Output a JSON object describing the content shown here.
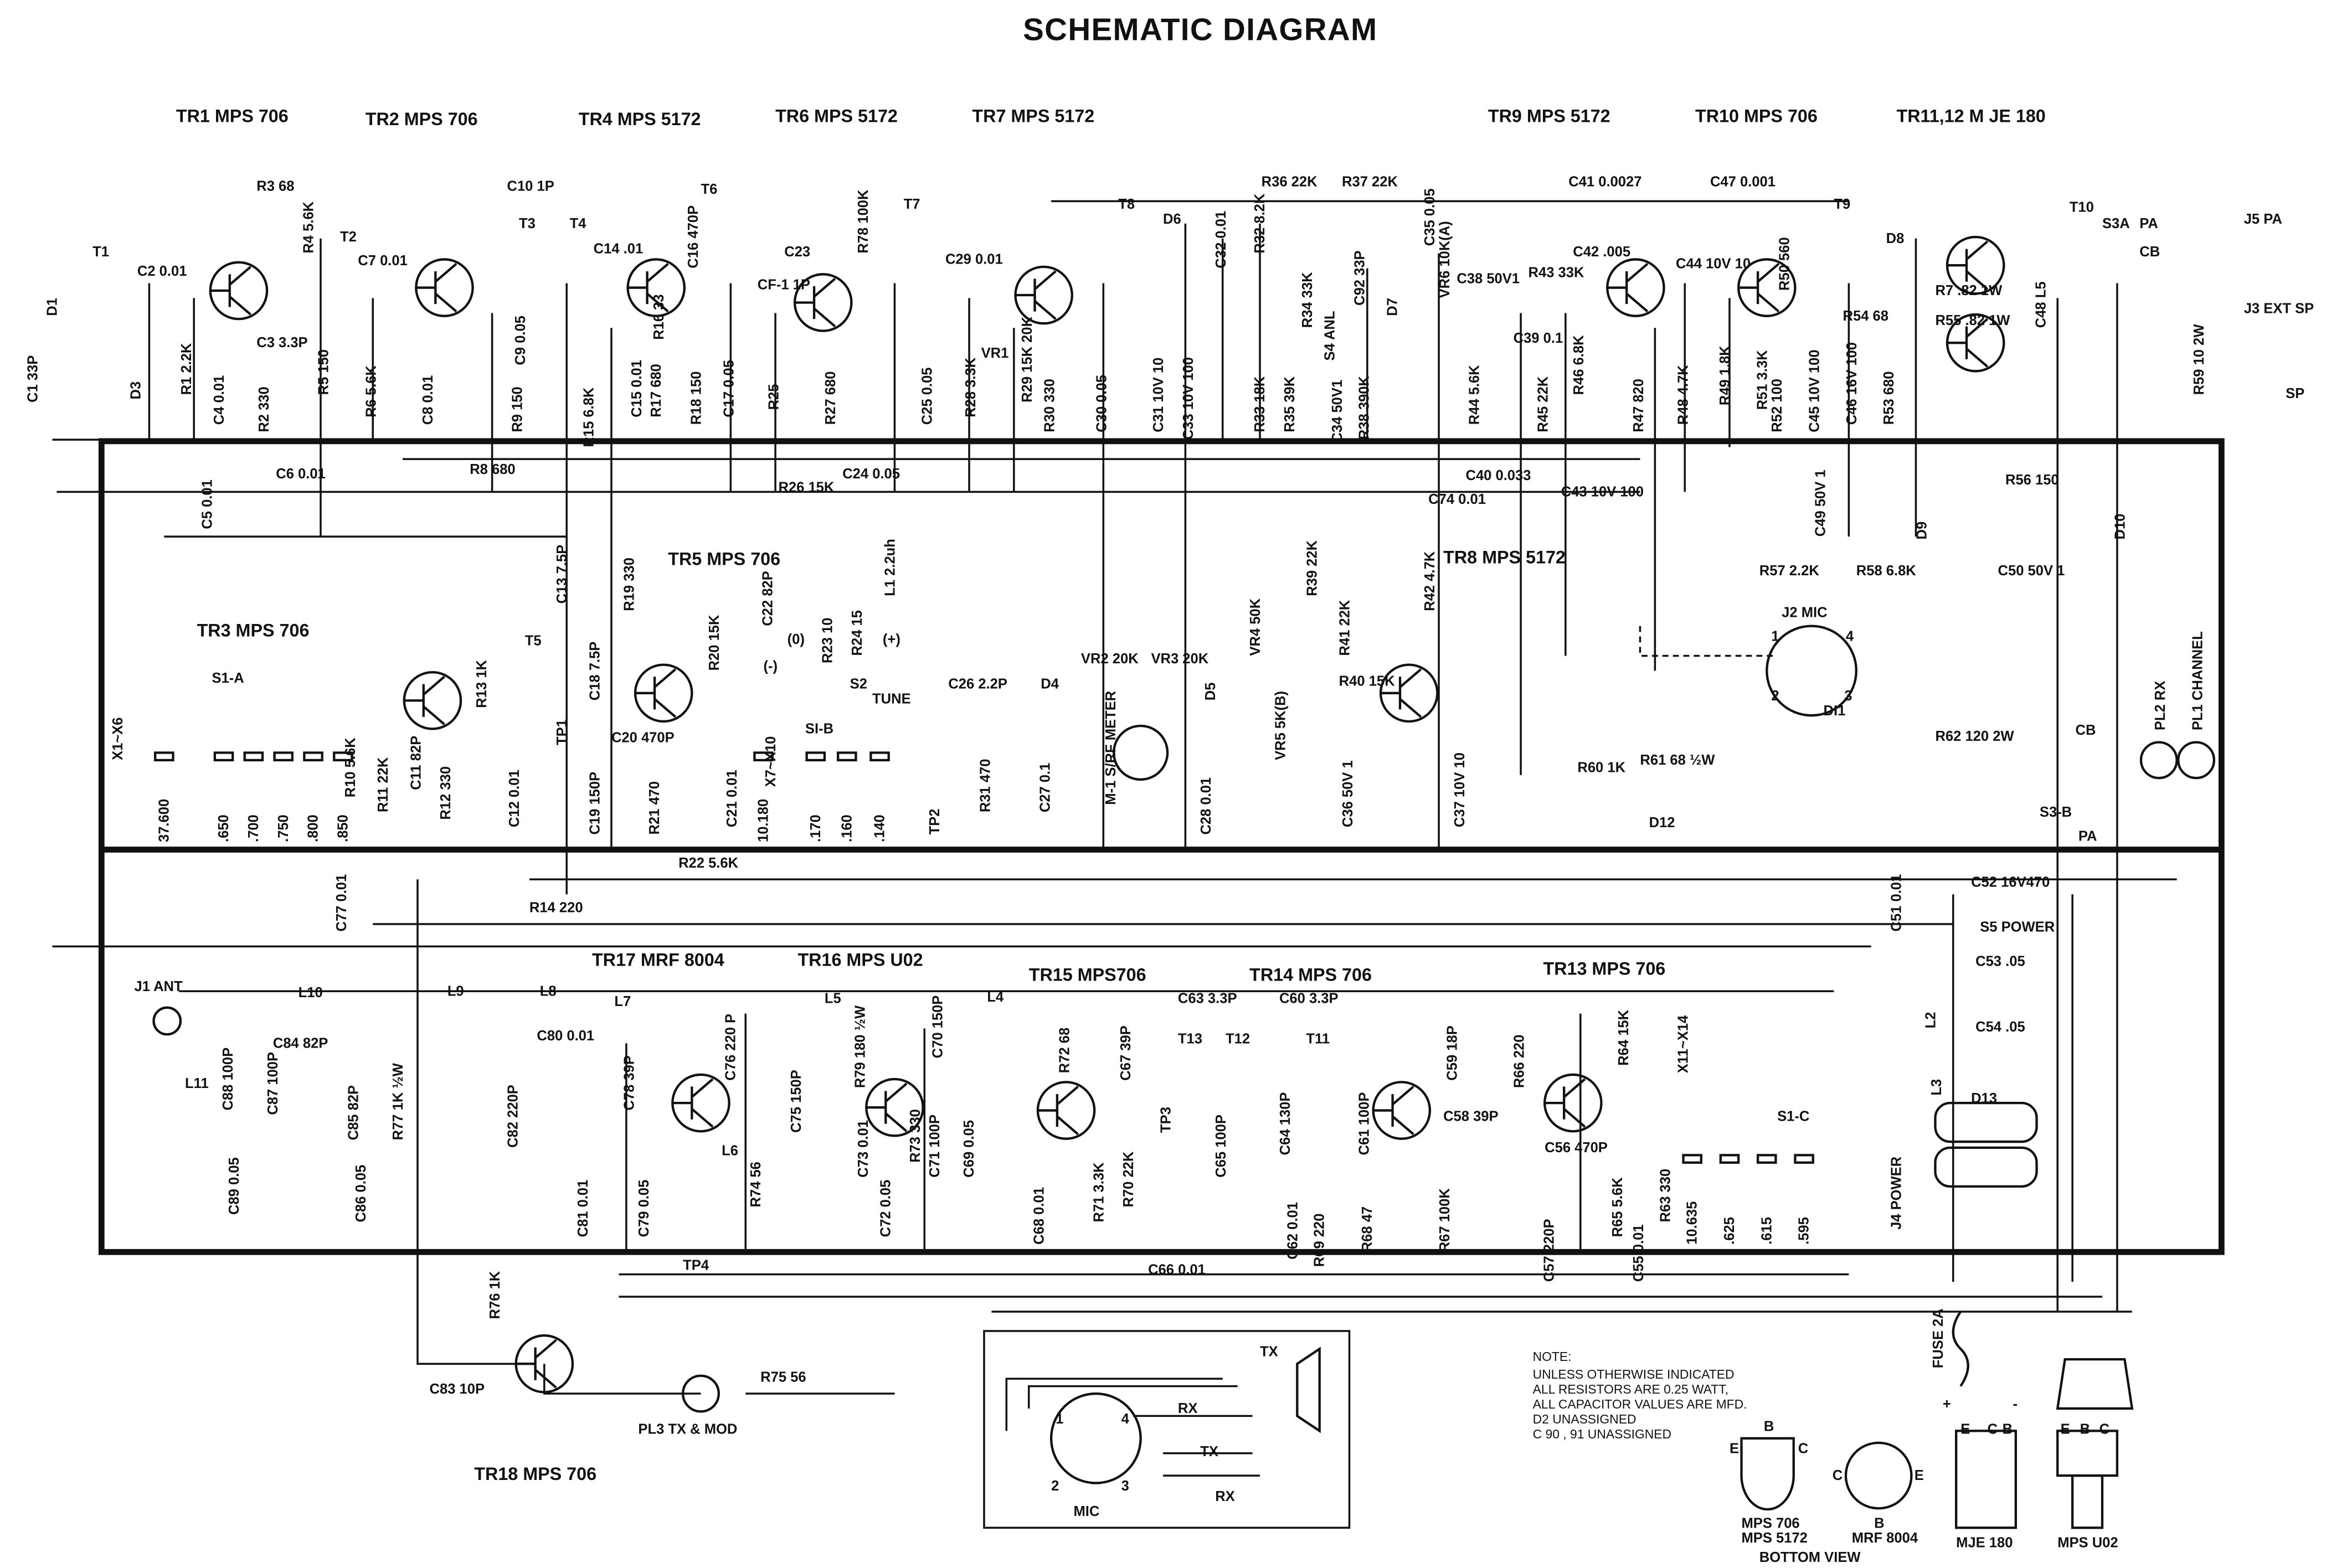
{
  "title": "SCHEMATIC DIAGRAM",
  "transistors": {
    "TR1": "TR1 MPS 706",
    "TR2": "TR2 MPS 706",
    "TR4": "TR4 MPS 5172",
    "TR6": "TR6 MPS 5172",
    "TR7": "TR7 MPS 5172",
    "TR9": "TR9 MPS 5172",
    "TR10": "TR10 MPS 706",
    "TR1112": "TR11,12 M JE 180",
    "TR3": "TR3 MPS 706",
    "TR5": "TR5 MPS 706",
    "TR8": "TR8 MPS 5172",
    "TR17": "TR17 MRF 8004",
    "TR16": "TR16 MPS U02",
    "TR15": "TR15 MPS706",
    "TR14": "TR14 MPS 706",
    "TR13": "TR13 MPS 706",
    "TR18": "TR18 MPS 706"
  },
  "components": {
    "C1": "C1 33P",
    "D1": "D1",
    "T1": "T1",
    "C2": "C2 0.01",
    "D3": "D3",
    "R1": "R1 2.2K",
    "C4": "C4 0.01",
    "C3": "C3 3.3P",
    "R2": "R2 330",
    "R3": "R3 68",
    "R4": "R4 5.6K",
    "T2": "T2",
    "R5": "R5 150",
    "C5": "C5 0.01",
    "C6": "C6 0.01",
    "C7": "C7 0.01",
    "R6": "R6 5.6K",
    "C8": "C8 0.01",
    "R8": "R8 680",
    "C10": "C10 1P",
    "T3": "T3",
    "T4": "T4",
    "C9": "C9 0.05",
    "R9": "R9 150",
    "C14": "C14 .01",
    "R15": "R15 6.8K",
    "T6": "T6",
    "C16": "C16 470P",
    "R16": "R16 33",
    "C15": "C15 0.01",
    "R17": "R17 680",
    "R18": "R18 150",
    "C17": "C17 0.05",
    "C23": "C23",
    "CF1": "CF-1 1P",
    "T7": "T7",
    "R78": "R78 100K",
    "R25": "R25",
    "R27": "R27 680",
    "R26": "R26 15K",
    "C24": "C24 0.05",
    "C25": "C25 0.05",
    "C29": "C29 0.01",
    "T8": "T8",
    "R28": "R28 3.3K",
    "VR1": "VR1",
    "R29": "R29 15K 20K",
    "R30": "R30 330",
    "C30": "C30 0.05",
    "C31": "C31 10V 10",
    "C33": "C33 10V 100",
    "D6": "D6",
    "C32": "C32 0.01",
    "R36": "R36 22K",
    "R37": "R37 22K",
    "C35": "C35 0.05",
    "VR6": "VR6 10K(A)",
    "R32": "R32 8.2K",
    "R34": "R34 33K",
    "S4": "S4 ANL",
    "C92": "C92 33P",
    "D7": "D7",
    "C38": "C38 50V1",
    "R43": "R43 33K",
    "C39": "C39 0.1",
    "R33": "R33 18K",
    "R35": "R35 39K",
    "C34": "C34 50V1",
    "R38": "R38 390K",
    "R44": "R44 5.6K",
    "R45": "R45 22K",
    "C40": "C40 0.033",
    "C74": "C74 0.01",
    "C41": "C41 0.0027",
    "C42": "C42 .005",
    "C44": "C44 10V 10",
    "C47": "C47 0.001",
    "T9": "T9",
    "R46": "R46 6.8K",
    "R47": "R47 820",
    "R48": "R48 4.7K",
    "R49": "R49 1.8K",
    "R50": "R50 560",
    "R51": "R51 3.3K",
    "R52": "R52 100",
    "C45": "C45 10V 100",
    "C46": "C46 16V 100",
    "R53": "R53 680",
    "C43": "C43 10V 100",
    "D8": "D8",
    "R54": "R54 68",
    "R7": "R7 .82 1W",
    "R55": "R55 .82 1W",
    "T10": "T10",
    "C48": "C48 L5",
    "S3A": "S3A",
    "PA1": "PA",
    "CB1": "CB",
    "J5": "J5 PA",
    "J3": "J3 EXT SP",
    "R59": "R59 10 2W",
    "SP": "SP",
    "R56": "R56 150",
    "D10": "D10",
    "D9": "D9",
    "C49": "C49 50V 1",
    "R57": "R57 2.2K",
    "R58": "R58 6.8K",
    "C50": "C50 50V 1",
    "C13": "C13 7.5P",
    "T5": "T5",
    "TP1": "TP1",
    "R13": "R13 1K",
    "S1A": "S1-A",
    "X1": "X1~X6",
    "R10": "R10 5.6K",
    "R11": "R11 22K",
    "C11": "C11 82P",
    "R12": "R12 330",
    "C12": "C12 0.01",
    "C18": "C18 7.5P",
    "R19": "R19 330",
    "R20": "R20 15K",
    "C20": "C20 470P",
    "C19": "C19 150P",
    "R21": "R21 470",
    "C21": "C21 0.01",
    "C22": "C22 82P",
    "R23": "R23 10",
    "R24": "R24 15",
    "L1": "L1 2.2uh",
    "S2": "S2",
    "S2M": "(-)",
    "S2Z": "(0)",
    "S2P": "(+)",
    "TUNE": "TUNE",
    "S1B": "SI-B",
    "X7": "X7~X10",
    "TP2": "TP2",
    "C26": "C26 2.2P",
    "D4": "D4",
    "VR2": "VR2 20K",
    "VR3": "VR3 20K",
    "D5": "D5",
    "R31": "R31 470",
    "C27": "C27 0.1",
    "M1": "M-1 S/RF METER",
    "C28": "C28 0.01",
    "VR4": "VR4 50K",
    "R39": "R39 22K",
    "VR5": "VR5 5K(B)",
    "R41": "R41 22K",
    "R40": "R40 15K",
    "R42": "R42 4.7K",
    "C36": "C36 50V 1",
    "C37": "C37 10V 10",
    "J2": "J2 MIC",
    "J2p1": "1",
    "J2p2": "2",
    "J2p3": "3",
    "J2p4": "4",
    "D11": "DI1",
    "R60": "R60 1K",
    "R61": "R61 68 ½W",
    "D12": "D12",
    "R62": "R62 120 2W",
    "CB2": "CB",
    "S3B": "S3-B",
    "PA2": "PA",
    "PL2": "PL2 RX",
    "PL1": "PL1 CHANNEL",
    "C77": "C77 0.01",
    "R22": "R22 5.6K",
    "R14": "R14 220",
    "C51": "C51 0.01",
    "C52": "C52 16V470",
    "S5": "S5 POWER",
    "J1": "J1 ANT",
    "L10": "L10",
    "C84": "C84 82P",
    "C88": "C88 100P",
    "C87": "C87 100P",
    "L11": "L11",
    "C85": "C85 82P",
    "R77": "R77 1K ½W",
    "C89": "C89 0.05",
    "C86": "C86 0.05",
    "L9": "L9",
    "L8": "L8",
    "C80": "C80 0.01",
    "L7": "L7",
    "C82": "C82 220P",
    "C78": "C78 39P",
    "C81": "C81 0.01",
    "C79": "C79 0.05",
    "C76": "C76 220 P",
    "L6": "L6",
    "R74": "R74 56",
    "C75": "C75 150P",
    "L5": "L5",
    "R79": "R79 180 ½W",
    "C73": "C73 0.01",
    "C72": "C72 0.05",
    "R73": "R73 330",
    "C71": "C71 100P",
    "C69": "C69 0.05",
    "C70": "C70 150P",
    "L4": "L4",
    "R72": "R72 68",
    "C67": "C67 39P",
    "C63": "C63 3.3P",
    "C60": "C60 3.3P",
    "T13": "T13",
    "T12": "T12",
    "T11": "T11",
    "TP3": "TP3",
    "C65": "C65 100P",
    "C64": "C64 130P",
    "C61": "C61 100P",
    "C68": "C68 0.01",
    "R71": "R71 3.3K",
    "R70": "R70 22K",
    "C66": "C66 0.01",
    "C62": "C62 0.01",
    "R69": "R69 220",
    "R68": "R68 47",
    "C59": "C59 18P",
    "C58": "C58 39P",
    "R66": "R66 220",
    "R67": "R67 100K",
    "C56": "C56 470P",
    "C57": "C57 220P",
    "R64": "R64 15K",
    "R65": "R65 5.6K",
    "R63": "R63 330",
    "C55": "C55 0.01",
    "X11": "X11~X14",
    "S1C": "S1-C",
    "L2": "L2",
    "C53": "C53 .05",
    "C54": "C54 .05",
    "L3": "L3",
    "D13": "D13",
    "J4": "J4 POWER",
    "TP4": "TP4",
    "R76": "R76 1K",
    "C83": "C83 10P",
    "PL3": "PL3 TX & MOD",
    "R75": "R75 56",
    "FUSE": "FUSE 2A",
    "PLUS": "+",
    "MINUS": "-"
  },
  "crystals": {
    "x1": [
      "37.600",
      ".650",
      ".700",
      ".750",
      ".800",
      ".850"
    ],
    "x7": [
      "10.180",
      ".170",
      ".160",
      ".140"
    ],
    "x11": [
      "10.635",
      ".625",
      ".615",
      ".595"
    ]
  },
  "mic_panel": {
    "tx1": "TX",
    "rx1": "RX",
    "tx2": "TX",
    "rx2": "RX",
    "mic": "MIC",
    "p1": "1",
    "p2": "2",
    "p3": "3",
    "p4": "4"
  },
  "note": {
    "heading": "NOTE:",
    "lines": [
      "UNLESS OTHERWISE INDICATED",
      "ALL RESISTORS ARE 0.25 WATT,",
      "ALL CAPACITOR VALUES ARE MFD.",
      "D2 UNASSIGNED",
      "C 90 , 91 UNASSIGNED"
    ]
  },
  "pinouts": {
    "to92_b": "B",
    "to92_e": "E",
    "to92_c": "C",
    "to92_name1": "MPS 706",
    "to92_name2": "MPS 5172",
    "mrf_c": "C",
    "mrf_e": "E",
    "mrf_b": "B",
    "mrf_name": "MRF 8004",
    "bottom_view": "BOTTOM VIEW",
    "mje_e": "E",
    "mje_c": "C",
    "mje_b": "B",
    "mje_name": "MJE 180",
    "u02_e": "E",
    "u02_b": "B",
    "u02_c": "C",
    "u02_name": "MPS U02"
  }
}
